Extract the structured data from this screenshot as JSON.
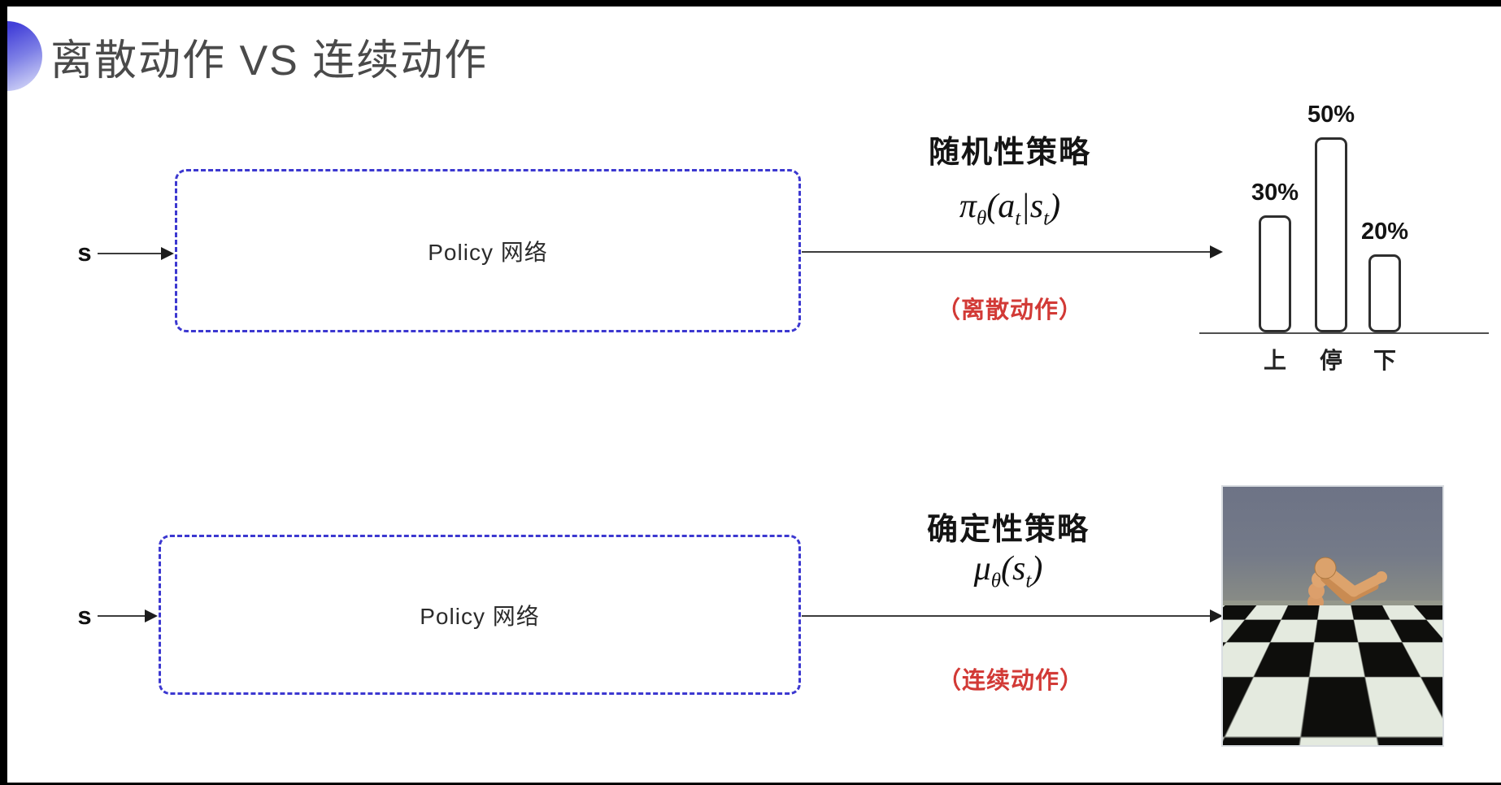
{
  "title": "离散动作 VS 连续动作",
  "colors": {
    "accent_blue": "#3c38d0",
    "decor_gradient_start": "#423fd8",
    "decor_gradient_end": "#d9dcf8",
    "note_red": "#d23a36",
    "title_gray": "#4a4a4a"
  },
  "stochastic_row": {
    "input_label": "s",
    "network_label": "Policy 网络",
    "policy_title": "随机性策略",
    "formula": {
      "pi": "π",
      "theta": "θ",
      "lparen": "(",
      "a": "a",
      "t1": "t",
      "bar": "|",
      "s": "s",
      "t2": "t",
      "rparen": ")"
    },
    "action_note": "（离散动作）"
  },
  "deterministic_row": {
    "input_label": "s",
    "network_label": "Policy 网络",
    "policy_title": "确定性策略",
    "formula": {
      "mu": "μ",
      "theta": "θ",
      "lparen": "(",
      "s": "s",
      "t": "t",
      "rparen": ")"
    },
    "action_note": "（连续动作）"
  },
  "chart_data": {
    "type": "bar",
    "categories": [
      "上",
      "停",
      "下"
    ],
    "values": [
      30,
      50,
      20
    ],
    "value_labels": [
      "30%",
      "50%",
      "20%"
    ],
    "title": "",
    "xlabel": "",
    "ylabel": "",
    "ylim": [
      0,
      55
    ],
    "grid": false,
    "legend": false,
    "bar_style": "outlined-rounded-white"
  },
  "humanoid_image": {
    "label": "mujoco-humanoid-simulation-render"
  }
}
